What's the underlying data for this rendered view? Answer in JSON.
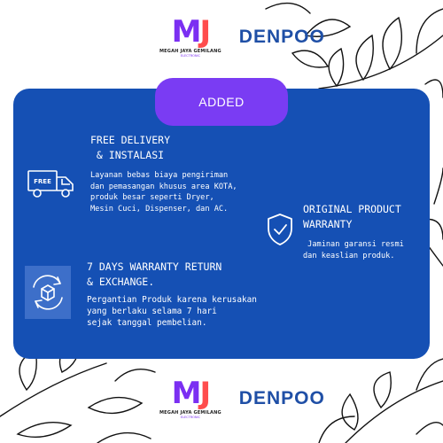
{
  "brand": {
    "logo_letters": "MJ",
    "logo_name": "MEGAH JAYA GEMILANG",
    "logo_sub": "ELECTRONIC",
    "partner": "DENPOO"
  },
  "badge": {
    "label": "ADDED"
  },
  "features": [
    {
      "title": "FREE DELIVERY\n & INSTALASI",
      "body": "Layanan bebas biaya pengiriman\ndan pemasangan khusus area KOTA,\nproduk besar seperti Dryer,\nMesin Cuci, Dispenser, dan AC.",
      "icon": "delivery-truck-icon",
      "icon_text": "FREE"
    },
    {
      "title": "ORIGINAL PRODUCT\nWARRANTY",
      "body": " Jaminan garansi resmi\ndan keaslian produk.",
      "icon": "shield-check-icon"
    },
    {
      "title": "7 DAYS WARRANTY RETURN\n& EXCHANGE.",
      "body": "Pergantian Produk karena kerusakan\nyang berlaku selama 7 hari\nsejak tanggal pembelian.",
      "icon": "return-box-icon"
    }
  ],
  "colors": {
    "card": "#1550b4",
    "badge": "#7a3cf3",
    "brand_blue": "#1f4fa6",
    "logo_m": "#7b2ff2",
    "logo_j": "#ff4d4d"
  }
}
